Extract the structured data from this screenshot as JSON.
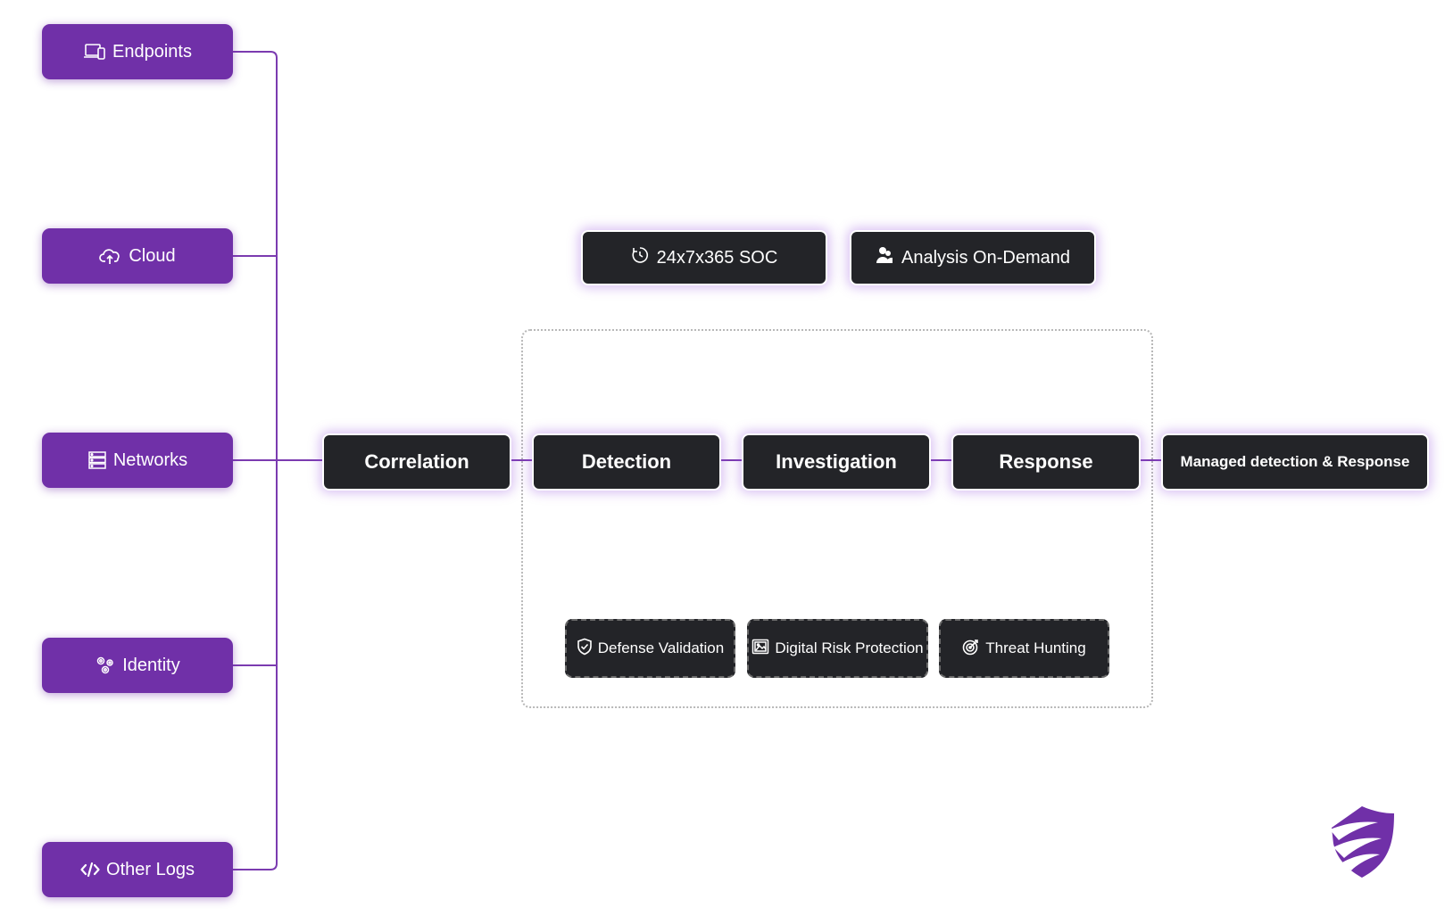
{
  "sources": [
    {
      "label": "Endpoints",
      "icon": "laptop-icon"
    },
    {
      "label": "Cloud",
      "icon": "cloud-upload-icon"
    },
    {
      "label": "Networks",
      "icon": "server-icon"
    },
    {
      "label": "Identity",
      "icon": "gears-icon"
    },
    {
      "label": "Other Logs",
      "icon": "code-icon"
    }
  ],
  "services": [
    {
      "label": "24x7x365 SOC",
      "icon": "clock-icon"
    },
    {
      "label": "Analysis On-Demand",
      "icon": "users-icon"
    }
  ],
  "pipeline": [
    {
      "label": "Correlation"
    },
    {
      "label": "Detection"
    },
    {
      "label": "Investigation"
    },
    {
      "label": "Response"
    },
    {
      "label": "Managed detection & Response"
    }
  ],
  "capabilities": [
    {
      "label": "Defense Validation",
      "icon": "shield-check-icon"
    },
    {
      "label": "Digital Risk Protection",
      "icon": "image-alert-icon"
    },
    {
      "label": "Threat Hunting",
      "icon": "target-icon"
    }
  ],
  "colors": {
    "source_bg": "#7030a8",
    "stage_bg": "#232428",
    "connector": "#7030a8",
    "glow": "#9650dc"
  },
  "logo": {
    "icon": "shield-logo-icon"
  }
}
